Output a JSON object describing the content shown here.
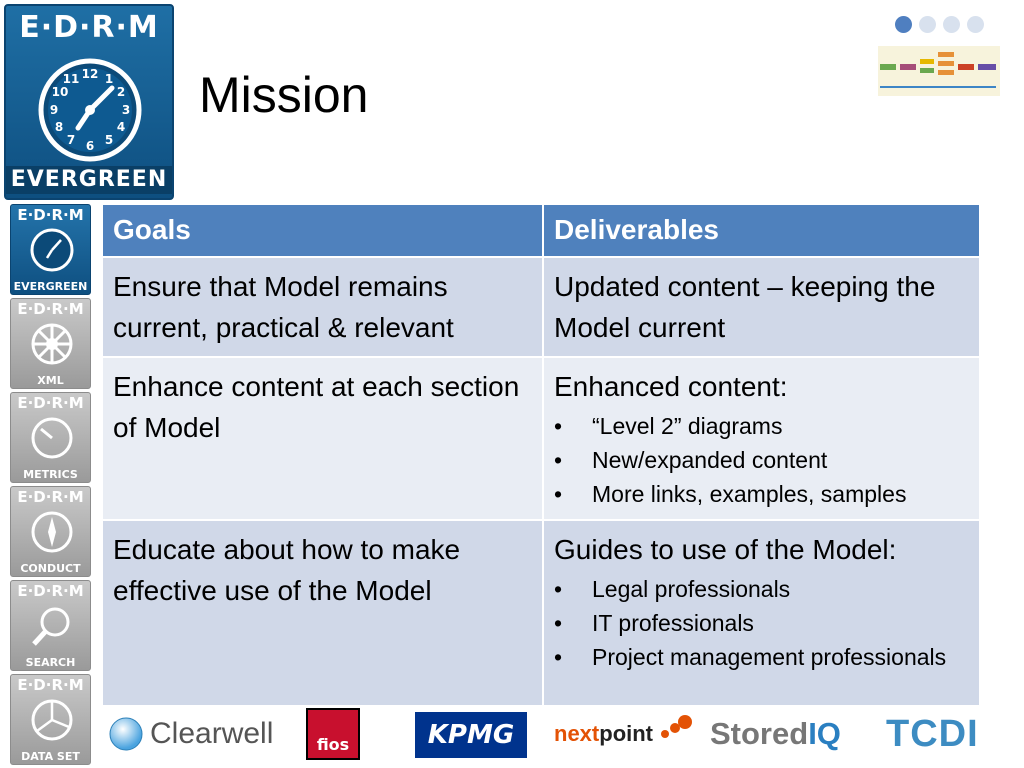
{
  "slide": {
    "title": "Mission",
    "dots": [
      true,
      false,
      false,
      false
    ]
  },
  "big_logo": {
    "top_text": "E·D·R·M",
    "bottom_text": "EVERGREEN"
  },
  "side_logos": [
    {
      "top": "E·D·R·M",
      "caption": "EVERGREEN",
      "icon": "clock-icon",
      "active": true
    },
    {
      "top": "E·D·R·M",
      "caption": "XML",
      "icon": "wheel-icon",
      "active": false
    },
    {
      "top": "E·D·R·M",
      "caption": "METRICS",
      "icon": "gauge-icon",
      "active": false
    },
    {
      "top": "E·D·R·M",
      "caption": "CONDUCT",
      "icon": "compass-icon",
      "active": false
    },
    {
      "top": "E·D·R·M",
      "caption": "SEARCH",
      "icon": "magnifier-icon",
      "active": false
    },
    {
      "top": "E·D·R·M",
      "caption": "DATA SET",
      "icon": "pie-icon",
      "active": false
    }
  ],
  "table": {
    "headers": [
      "Goals",
      "Deliverables"
    ],
    "rows": [
      {
        "goal": "Ensure that Model remains current, practical & relevant",
        "deliverable": "Updated content – keeping the Model current",
        "bullets": []
      },
      {
        "goal": "Enhance content at each section of Model",
        "deliverable": "Enhanced content:",
        "bullets": [
          "“Level 2” diagrams",
          "New/expanded content",
          "More links, examples, samples"
        ]
      },
      {
        "goal": "Educate about how to make effective use of the Model",
        "deliverable": "Guides to use of the Model:",
        "bullets": [
          "Legal professionals",
          "IT professionals",
          "Project management professionals"
        ]
      }
    ]
  },
  "sponsors": {
    "clearwell": "Clearwell",
    "fios": "fios",
    "kpmg": "KPMG",
    "nextpoint_a": "next",
    "nextpoint_b": "point",
    "storediq_a": "Stored",
    "storediq_b": "IQ",
    "tcdi": "TCDI"
  }
}
